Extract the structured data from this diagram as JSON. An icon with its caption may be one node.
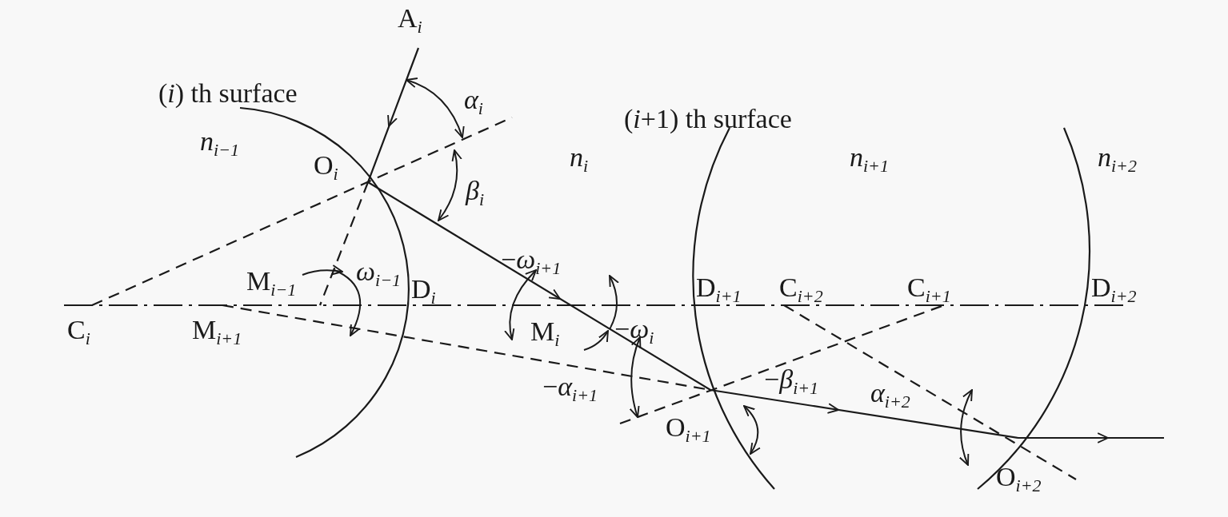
{
  "diagram": {
    "labels": [
      "A$_{i}$",
      "(*i*) th surface",
      "*α*$_{i}$",
      "(*i*+1) th surface",
      "*n*$_{i−1}$",
      "O$_{i}$",
      "*β*$_{i}$",
      "*n*$_{i}$",
      "*n*$_{i+1}$",
      "*n*$_{i+2}$",
      "−*ω*$_{i+1}$",
      "M$_{i−1}$",
      "*ω*$_{i−1}$",
      "D$_{i}$",
      "D$_{i+1}$",
      "C$_{i+2}$",
      "C$_{i+1}$",
      "D$_{i+2}$",
      "C$_{i}$",
      "M$_{i+1}$",
      "M$_{i}$",
      "−*ω*$_{i}$",
      "−*α*$_{i+1}$",
      "−*β*$_{i+1}$",
      "*α*$_{i+2}$",
      "O$_{i+1}$",
      "O$_{i+2}$"
    ]
  }
}
